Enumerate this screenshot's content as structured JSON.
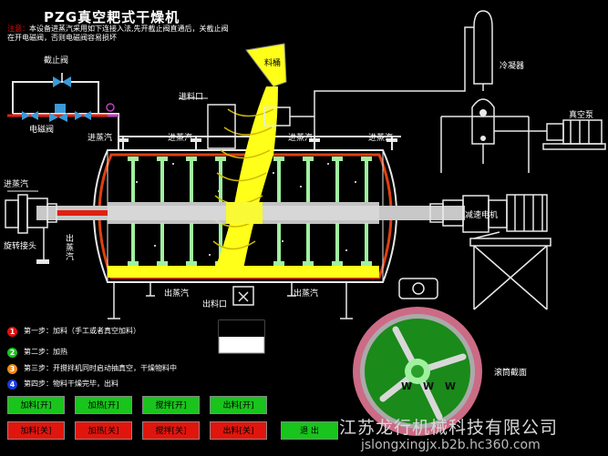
{
  "title": "PZG真空耙式干燥机",
  "note": {
    "warn": "注意：",
    "text": "本设备进蒸汽采用如下连接入法,先开截止阀直通后，关截止阀在开电磁阀，否则电磁阀容易损坏"
  },
  "labels": {
    "shutoff_valve": "截止阀",
    "solenoid_valve": "电磁阀",
    "hopper": "料桶",
    "feed_port": "进料口",
    "condenser": "冷凝器",
    "vacuum_pump": "真空泵",
    "steam_in_1": "进蒸汽",
    "steam_in_2": "进蒸汽",
    "steam_in_3": "进蒸汽",
    "steam_in_4": "进蒸汽",
    "steam_in_left": "进蒸汽",
    "motor": "减速电机",
    "rotary_joint": "旋转接头",
    "steam_out_vert": "出蒸汽",
    "steam_out_1": "出蒸汽",
    "steam_out_2": "出蒸汽",
    "discharge": "出料口",
    "cross_section": "滚筒截面",
    "www": "W W W"
  },
  "steps": [
    {
      "num": "1",
      "color": "#e01010",
      "text": "第一步：加料（手工或者真空加料）"
    },
    {
      "num": "2",
      "color": "#19c41c",
      "text": "第二步：加热"
    },
    {
      "num": "3",
      "color": "#f08a10",
      "text": "第三步：开搅拌机同时启动抽真空，干燥物料中"
    },
    {
      "num": "4",
      "color": "#1a3be0",
      "text": "第四步：物料干燥完毕，出料"
    }
  ],
  "buttons": {
    "row1": [
      "加料[开]",
      "加热[开]",
      "搅拌[开]",
      "出料[开]"
    ],
    "row2": [
      "加料[关]",
      "加热[关]",
      "搅拌[关]",
      "出料[关]"
    ],
    "exit": "退 出"
  },
  "watermark": {
    "company": "江苏龙行机械科技有限公司",
    "url": "jslongxingjx.b2b.hc360.com"
  },
  "colors": {
    "shell": "#e0e0e0",
    "jacket": "#e04010",
    "material": "#ffff1a",
    "shaft": "#c8c8c8",
    "paddle": "#a0f0a0",
    "drum": "#d97a9a",
    "drum_inner": "#1a8a1a"
  }
}
